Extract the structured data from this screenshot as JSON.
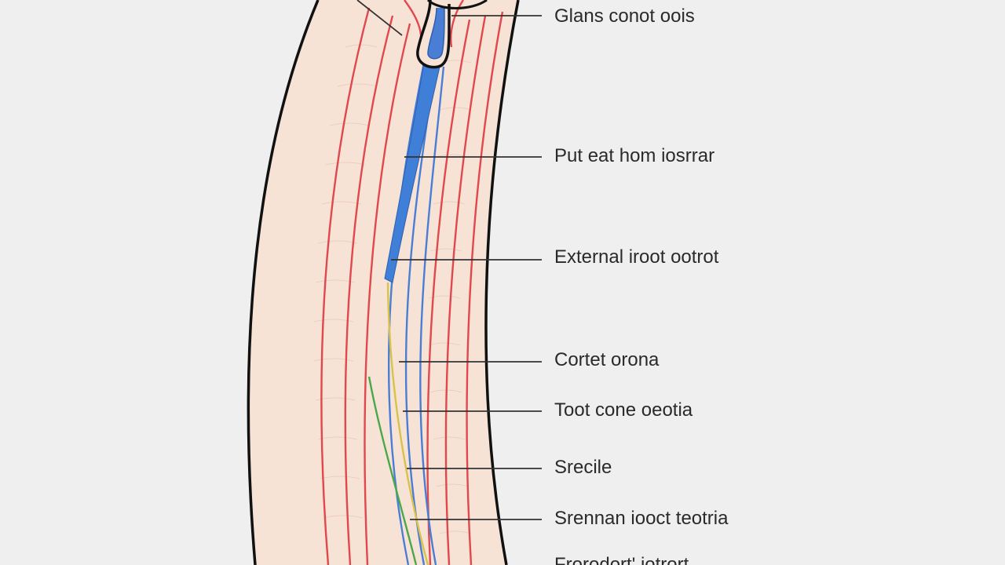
{
  "diagram": {
    "labels": [
      "Glans conot oois",
      "Put eat hom iosrrar",
      "External iroot ootrot",
      "Cortet orona",
      "Toot cone oeotia",
      "Srecile",
      "Srennan iooct teotria",
      "Frorodort' iotrort"
    ],
    "colors": {
      "background": "#efefef",
      "skin_fill": "#f7e3d6",
      "outline": "#111111",
      "red_layers": "#e0484e",
      "blue_layers": "#4a7ed4",
      "canal_fill": "#3f7fd8",
      "green_layer": "#4aa84a",
      "yellow_layer": "#d8c24a",
      "leader_lines": "#333333"
    }
  }
}
